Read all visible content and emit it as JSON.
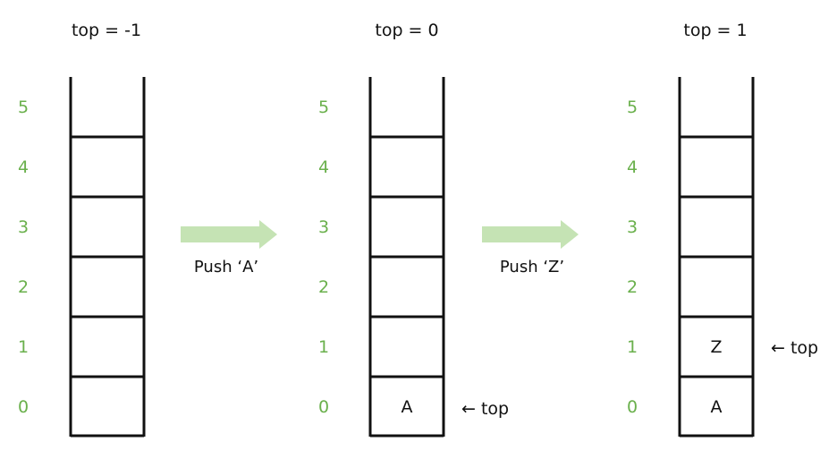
{
  "colors": {
    "index_label": "#6ab04c",
    "arrow_fill": "#c5e3b4",
    "stack_stroke": "#111111"
  },
  "indices": [
    "0",
    "1",
    "2",
    "3",
    "4",
    "5"
  ],
  "stacks": [
    {
      "title": "top = -1",
      "cells": [
        "",
        "",
        "",
        "",
        "",
        ""
      ],
      "top_pointer": ""
    },
    {
      "title": "top = 0",
      "cells": [
        "A",
        "",
        "",
        "",
        "",
        ""
      ],
      "top_pointer": "← top"
    },
    {
      "title": "top = 1",
      "cells": [
        "A",
        "Z",
        "",
        "",
        "",
        ""
      ],
      "top_pointer": "← top"
    }
  ],
  "operations": [
    {
      "label": "Push ‘A’"
    },
    {
      "label": "Push ‘Z’"
    }
  ]
}
